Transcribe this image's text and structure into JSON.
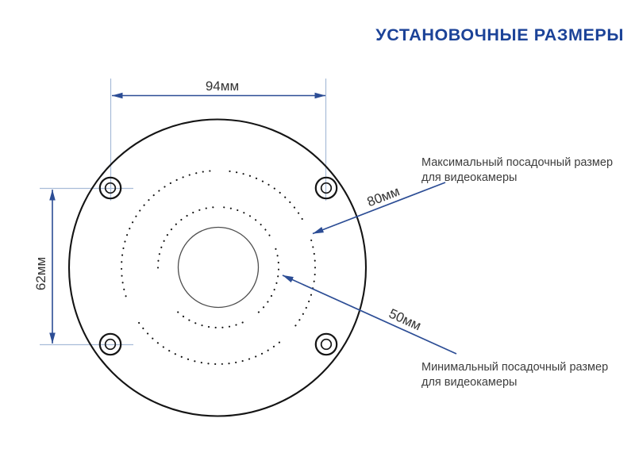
{
  "title": "УСТАНОВОЧНЫЕ РАЗМЕРЫ",
  "labels": {
    "width": "94мм",
    "height": "62мм",
    "max_diameter": "80мм",
    "min_diameter": "50мм"
  },
  "annotations": {
    "max": {
      "line1": "Максимальный посадочный размер",
      "line2": "для видеокамеры"
    },
    "min": {
      "line1": "Минимальный посадочный размер",
      "line2": "для видеокамеры"
    }
  },
  "colors": {
    "title_blue": "#1c4398",
    "dimension_blue": "#2c4d95",
    "extension_blue": "#a8bcd8",
    "outline_black": "#141414",
    "center_circle_gray": "#4d4d4d",
    "annotation_gray": "#3d3d3d",
    "background": "#ffffff"
  }
}
